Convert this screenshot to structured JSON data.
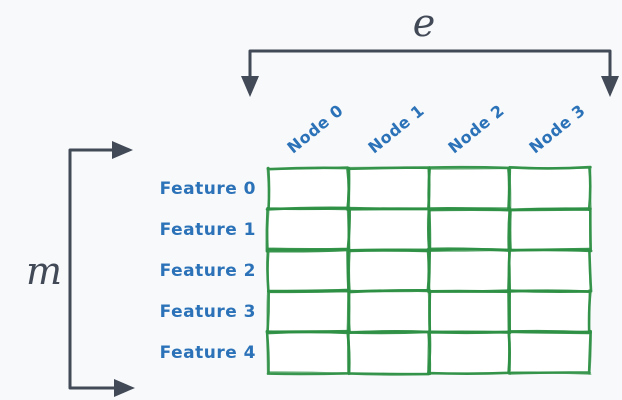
{
  "matrix": {
    "column_labels": [
      "Node 0",
      "Node 1",
      "Node 2",
      "Node 3"
    ],
    "row_labels": [
      "Feature 0",
      "Feature 1",
      "Feature 2",
      "Feature 3",
      "Feature 4"
    ],
    "column_count": 4,
    "row_count": 5
  },
  "dimension_markers": {
    "horizontal": {
      "label": "e"
    },
    "vertical": {
      "label": "m"
    }
  },
  "colors": {
    "grid_green": "#2e9044",
    "label_blue": "#2b72b8",
    "marker_dark": "#424957",
    "cell_fill": "#ffffff",
    "background": "#f7f9fa"
  }
}
